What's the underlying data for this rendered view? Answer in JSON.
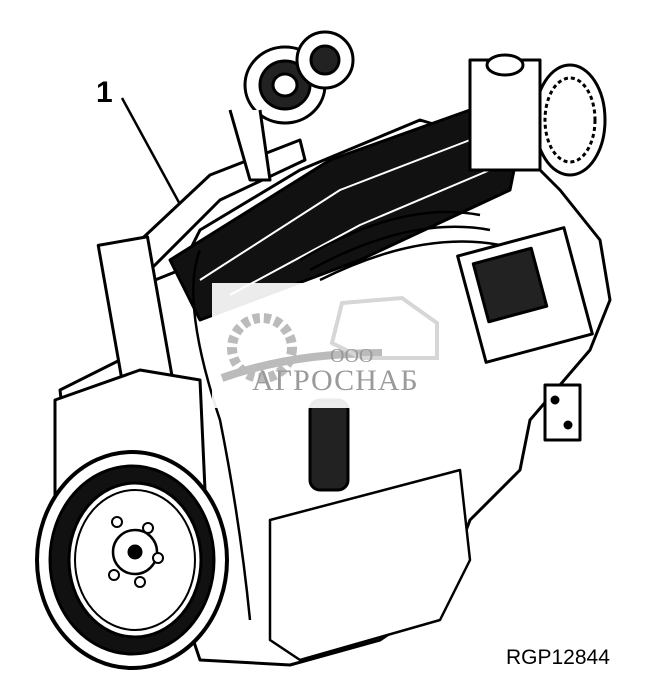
{
  "figure": {
    "callout_number": "1",
    "figure_id": "RGP12844",
    "watermark": {
      "prefix": "ООО",
      "name": "АГРОСНАБ"
    }
  }
}
